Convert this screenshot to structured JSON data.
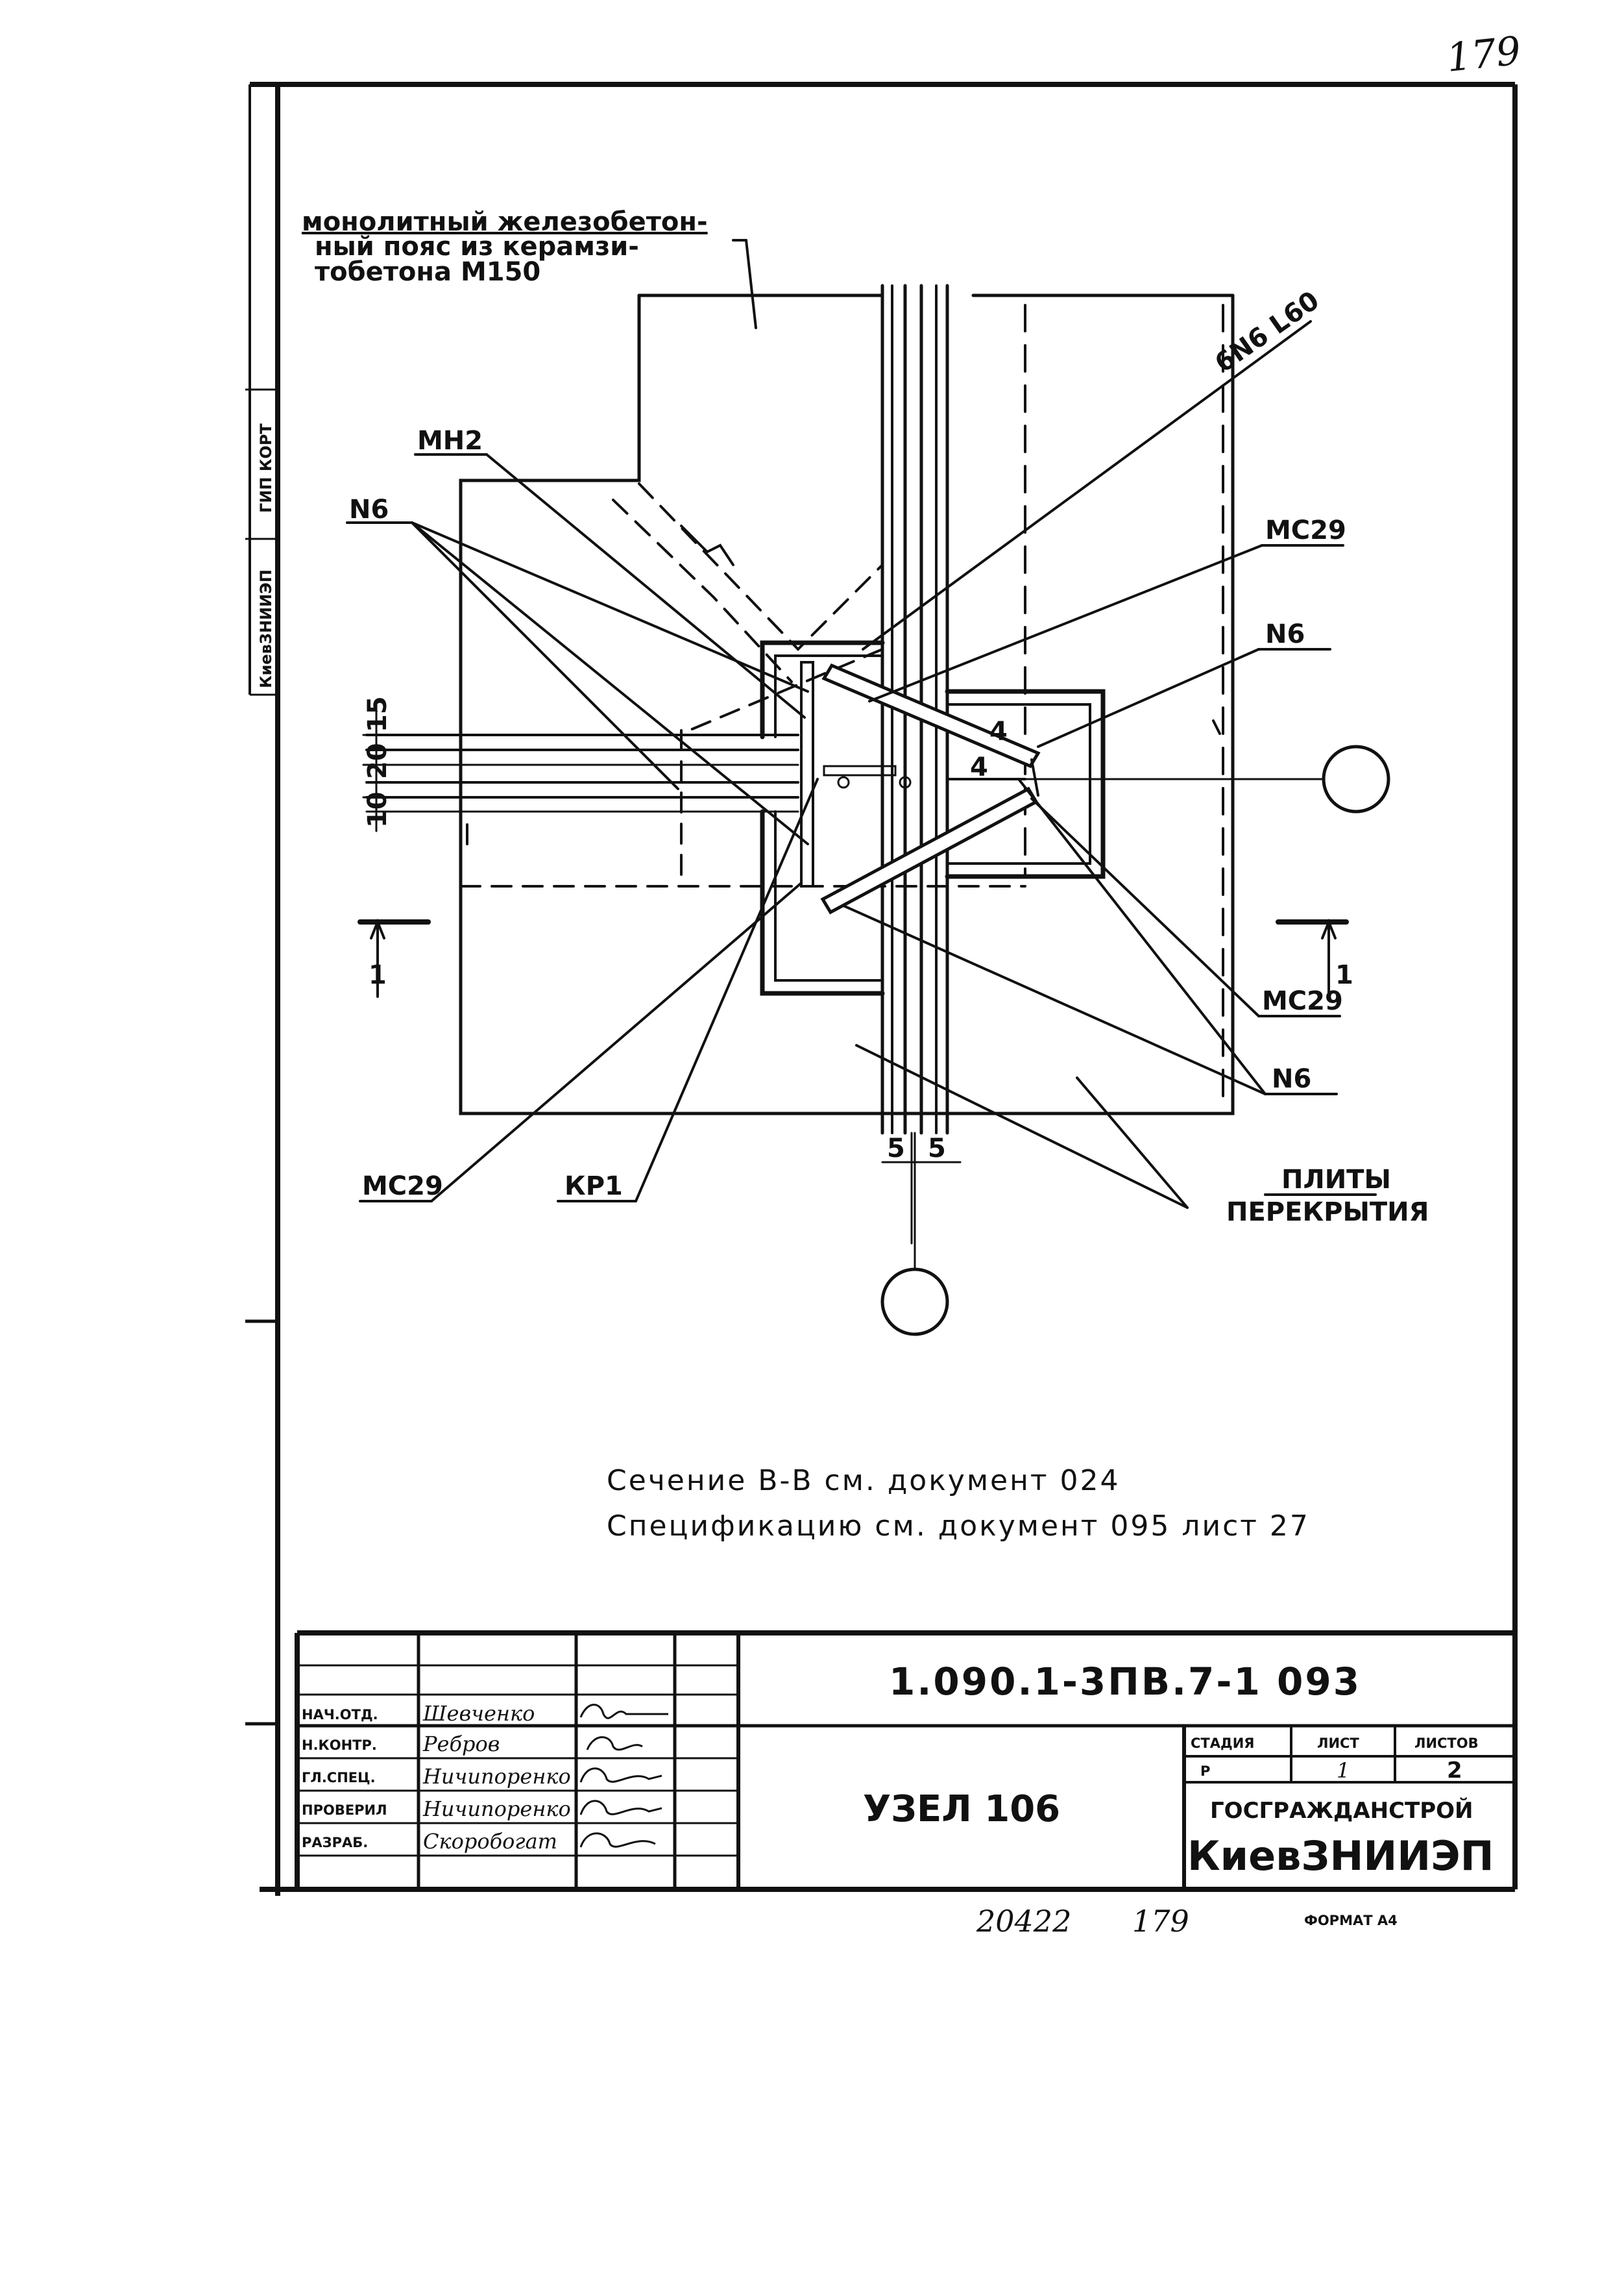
{
  "sheet_corner_number": "179",
  "margin_stamp": {
    "organization": "КиевЗНИИЭП",
    "team": "ГИП КОРТ"
  },
  "notes": {
    "belt": [
      "монолитный железобетон-",
      "ный пояс из керамзи-",
      "тобетона М150"
    ],
    "section": "Сечение В-В см. документ 024",
    "spec": "Спецификацию см. документ 095 лист 27"
  },
  "labels": {
    "mn2": "МН2",
    "n6_left": "N6",
    "n6_right": "N6",
    "n6_lower": "N6",
    "6n6": "6N6 L60",
    "mc29_top": "МС29",
    "mc29_right": "МС29",
    "mc29_bottom": "МС29",
    "kr1": "КР1",
    "plates_line1": "ПЛИТЫ",
    "plates_line2": "ПЕРЕКРЫТИЯ",
    "dim_15": "15",
    "dim_20": "20",
    "dim_10": "10",
    "dim_5a": "5",
    "dim_5b": "5",
    "weld_a": "4",
    "weld_b": "4",
    "section_left": "1",
    "section_right": "1"
  },
  "title_block": {
    "doc_code": "1.090.1-3ПВ.7-1 093",
    "title": "УЗЕЛ 106",
    "stage_header": "СТАДИЯ",
    "sheet_header": "ЛИСТ",
    "sheets_header": "ЛИСТОВ",
    "stage": "Р",
    "sheet": "1",
    "sheets": "2",
    "org_line1": "ГОСГРАЖДАНСТРОЙ",
    "org_line2": "КиевЗНИИЭП",
    "staff": [
      {
        "role": "НАЧ.ОТД.",
        "name": "Шевченко"
      },
      {
        "role": "Н.КОНТР.",
        "name": "Ребров"
      },
      {
        "role": "ГЛ.СПЕЦ.",
        "name": "Ничипоренко"
      },
      {
        "role": "ПРОВЕРИЛ",
        "name": "Ничипоренко"
      },
      {
        "role": "РАЗРАБ.",
        "name": "Скоробогат"
      }
    ]
  },
  "footer": {
    "archive": "20422",
    "page": "179",
    "format": "ФОРМАТ А4"
  }
}
